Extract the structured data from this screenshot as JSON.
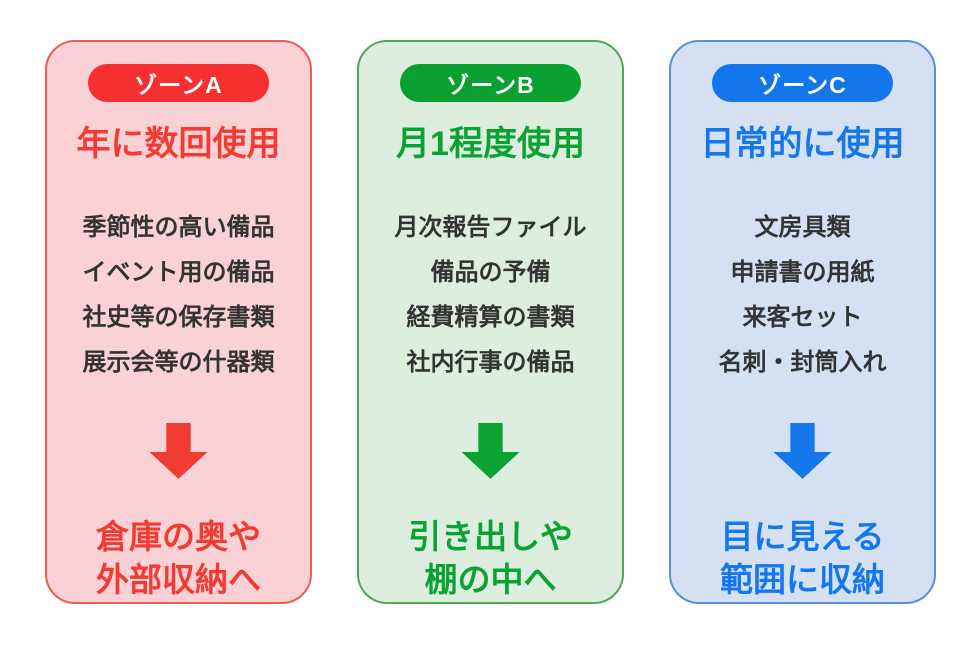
{
  "diagram": {
    "background": "#ffffff",
    "item_text_color": "#333333",
    "zones": [
      {
        "badge_label": "ゾーンA",
        "frequency_title": "年に数回使用",
        "items": [
          "季節性の高い備品",
          "イベント用の備品",
          "社史等の保存書類",
          "展示会等の什器類"
        ],
        "arrow_icon": "down-arrow",
        "result_lines": [
          "倉庫の奥や",
          "外部収納へ"
        ],
        "colors": {
          "badge_bg": "#f43030",
          "badge_text": "#ffffff",
          "panel_bg": "#fad2d5",
          "panel_border": "#ef5b55",
          "accent": "#f23b33"
        }
      },
      {
        "badge_label": "ゾーンB",
        "frequency_title": "月1程度使用",
        "items": [
          "月次報告ファイル",
          "備品の予備",
          "経費精算の書類",
          "社内行事の備品"
        ],
        "arrow_icon": "down-arrow",
        "result_lines": [
          "引き出しや",
          "棚の中へ"
        ],
        "colors": {
          "badge_bg": "#09a02f",
          "badge_text": "#ffffff",
          "panel_bg": "#deeede",
          "panel_border": "#52a65b",
          "accent": "#0aa233"
        }
      },
      {
        "badge_label": "ゾーンC",
        "frequency_title": "日常的に使用",
        "items": [
          "文房具類",
          "申請書の用紙",
          "来客セット",
          "名刺・封筒入れ"
        ],
        "arrow_icon": "down-arrow",
        "result_lines": [
          "目に見える",
          "範囲に収納"
        ],
        "colors": {
          "badge_bg": "#1377eb",
          "badge_text": "#ffffff",
          "panel_bg": "#d5e1f2",
          "panel_border": "#5d8fd6",
          "accent": "#1478ec"
        }
      }
    ]
  }
}
